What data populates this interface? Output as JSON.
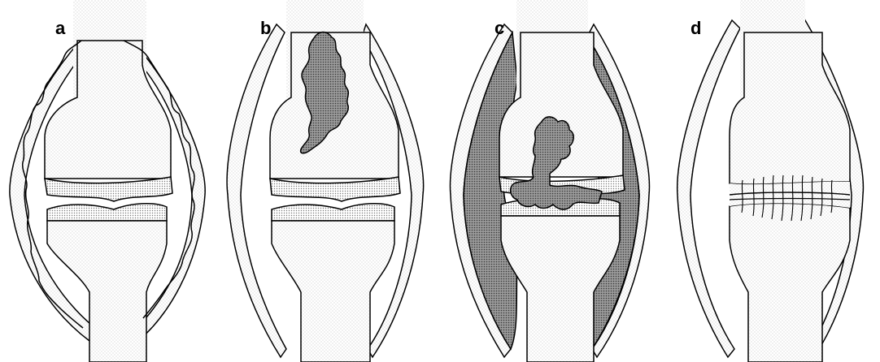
{
  "figure": {
    "panels": [
      {
        "label": "a"
      },
      {
        "label": "b"
      },
      {
        "label": "c"
      },
      {
        "label": "d"
      }
    ]
  },
  "colors": {
    "ink": "#000000",
    "bone_dots": "#bdbdbd",
    "cartilage_dots": "#8a8a8a",
    "lesion_fill": "#8c8c8c",
    "background": "#ffffff"
  }
}
